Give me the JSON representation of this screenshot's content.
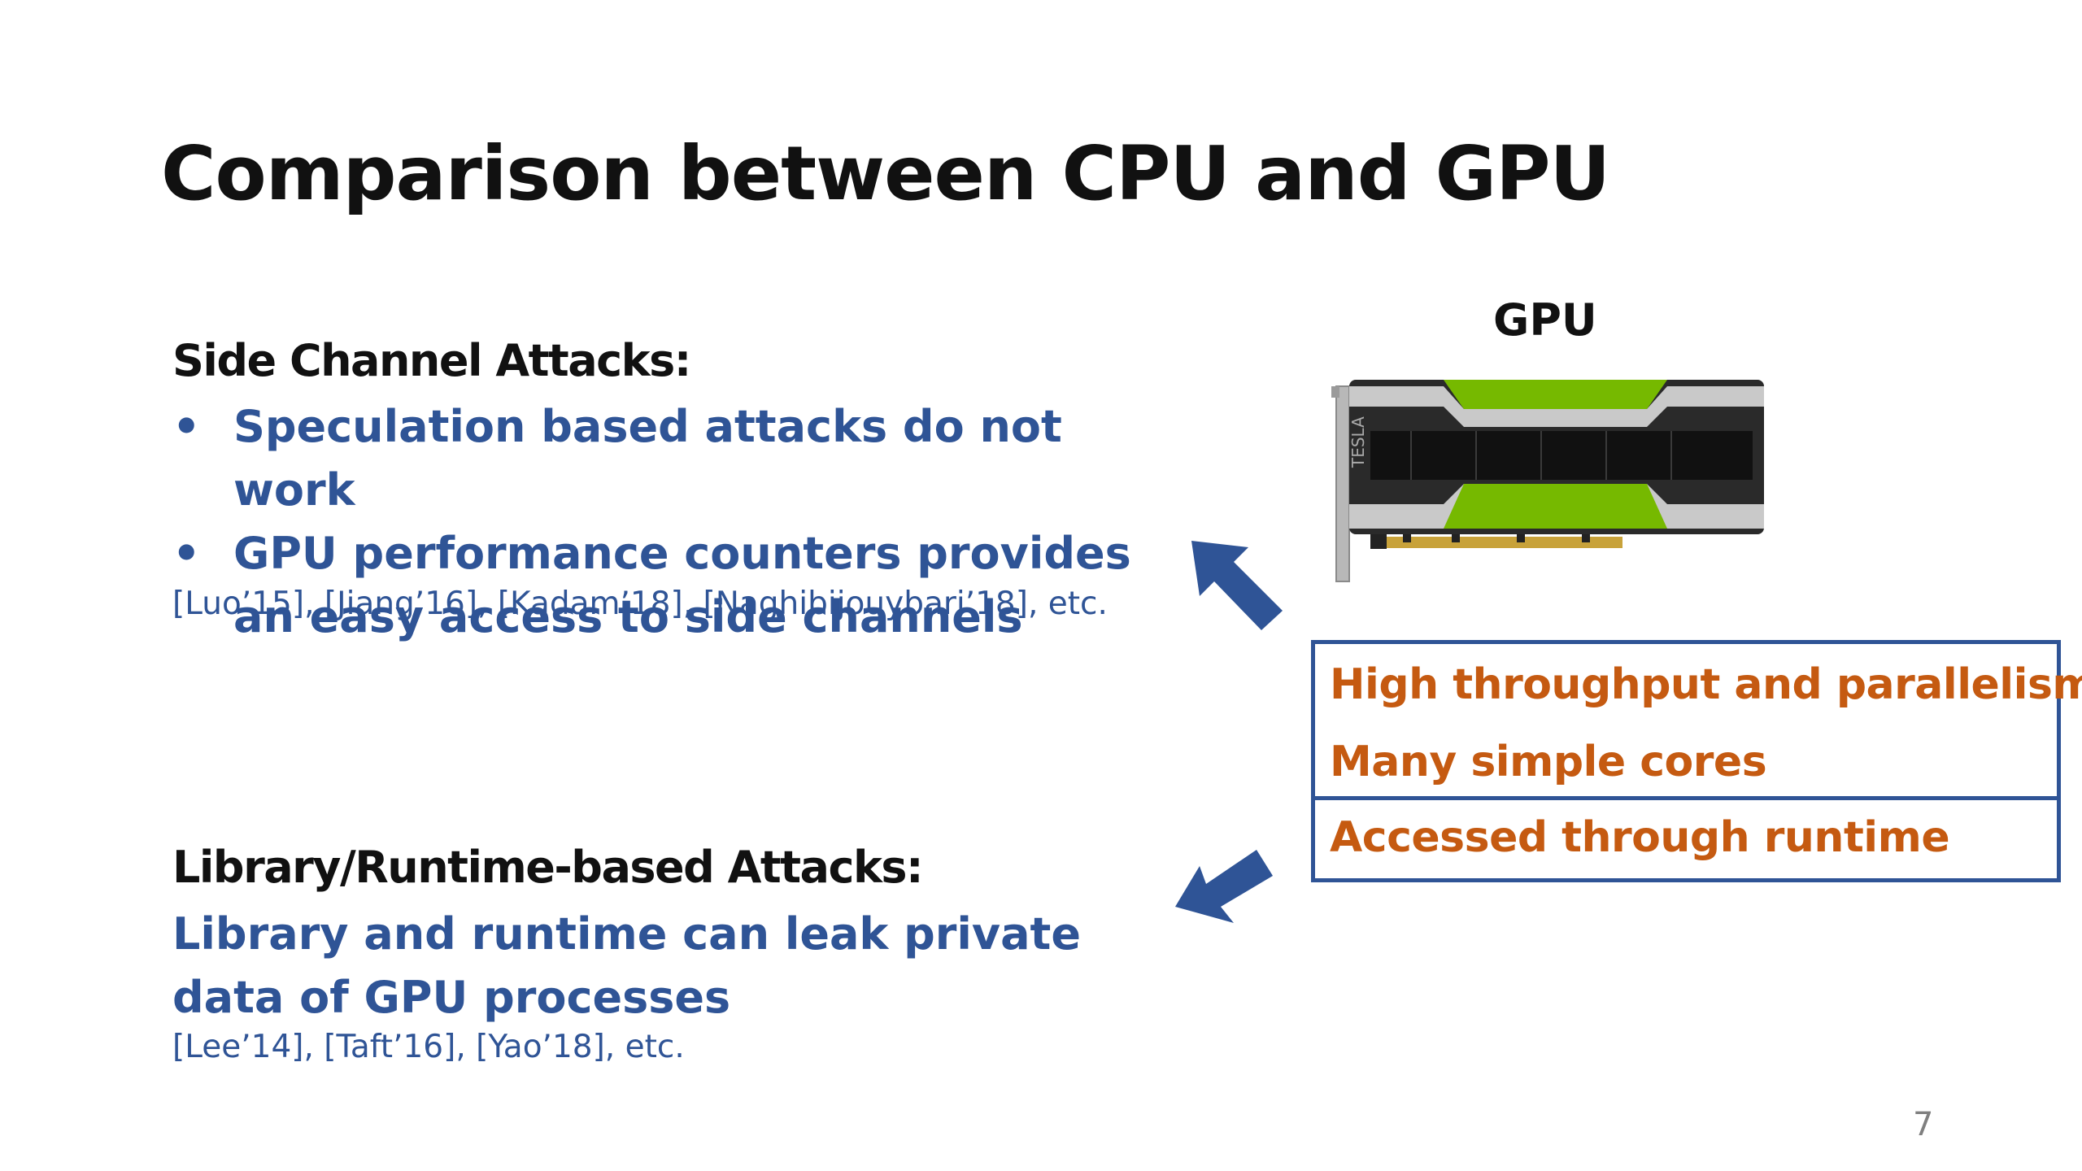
{
  "slide": {
    "title": "Comparison between CPU and GPU",
    "page_number": "7"
  },
  "side_channel": {
    "heading": "Side Channel Attacks:",
    "bullets": [
      "Speculation based attacks do not work",
      "GPU performance counters provides an easy access to side channels"
    ],
    "bullet_glyph": "•",
    "refs": "[Luo’15], [Jiang’16], [Kadam’18], [Naghibijouybari’18], etc."
  },
  "library": {
    "heading": "Library/Runtime-based Attacks:",
    "body": "Library and runtime can leak private data of GPU processes",
    "refs": "[Lee’14], [Taft’16], [Yao’18], etc."
  },
  "gpu": {
    "label": "GPU",
    "card_text": "TESLA",
    "properties": [
      "High throughput and parallelism",
      "Many simple cores",
      "Accessed through runtime"
    ]
  },
  "colors": {
    "accent_blue": "#2f5496",
    "property_orange": "#c55a11",
    "gpu_green": "#76b900"
  },
  "icons": {
    "arrow_up_left": "arrow-up-left-icon",
    "arrow_down_left": "arrow-down-left-icon"
  }
}
